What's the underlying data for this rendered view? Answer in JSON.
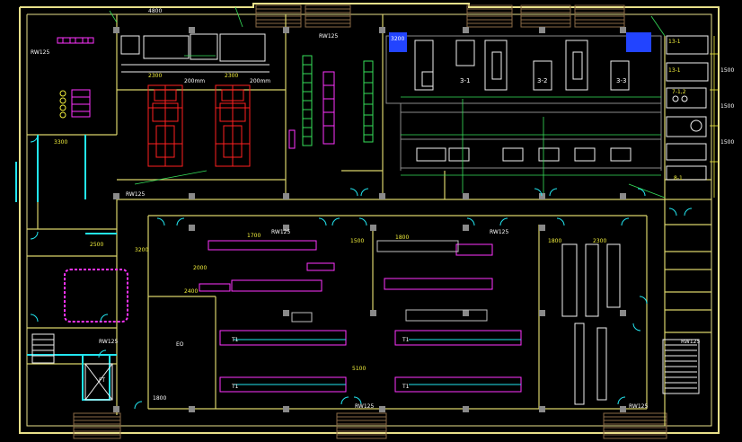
{
  "colors": {
    "background": "#000000",
    "wall": "#e8e08a",
    "wall_inner": "#d9d36a",
    "cyan": "#22e6f0",
    "green": "#36e05a",
    "magenta": "#ff33ff",
    "red": "#ff2020",
    "white": "#f0f0f0",
    "gray": "#8a8a8a",
    "blue": "#2244ff",
    "yellow": "#f2ef3c",
    "stair_brown": "#8a6a46"
  },
  "labels": {
    "top_dim": "4800",
    "dim_2300a": "2300",
    "dim_2300b": "2300",
    "rwt_top_left": "RW125",
    "rwt_top_mid": "RW125",
    "rwt_mid_left": "RW125",
    "rwt_mid_center": "RW125",
    "rwt_center_right": "RW125",
    "rwt_bottom_mid": "RW125",
    "rwt_bottom_right": "RW125",
    "rwt_left_stair": "RW125",
    "rwt_right_stair": "RW125",
    "dim_3300": "3300",
    "dim_2500": "2500",
    "dim_3200": "3200",
    "dim_2400": "2400",
    "dim_1500": "1500",
    "dim_1800": "1800",
    "dim_1700": "1700",
    "dim_5100": "5100",
    "dim_1800b": "1800",
    "dim_2300c": "2300",
    "dim_2000": "2000",
    "m3_1": "3-1",
    "m3_2": "3-2",
    "m3_3": "3-3",
    "tag_13_1": "13-1",
    "tag_13_1b": "13-1",
    "tag_7_1_2": "7-1,2",
    "tag_8_1": "8-1",
    "tag_3200": "3200",
    "dim_200": "200mm",
    "dim_200b": "200mm",
    "right_col_1": "1500",
    "right_col_2": "1500",
    "right_col_3": "1500",
    "t1": "T1",
    "t2": "T1",
    "t3": "T1",
    "t4": "T1",
    "lbl_1800": "1800",
    "lbl_eo": "EO",
    "lbl_ft": "FT"
  }
}
